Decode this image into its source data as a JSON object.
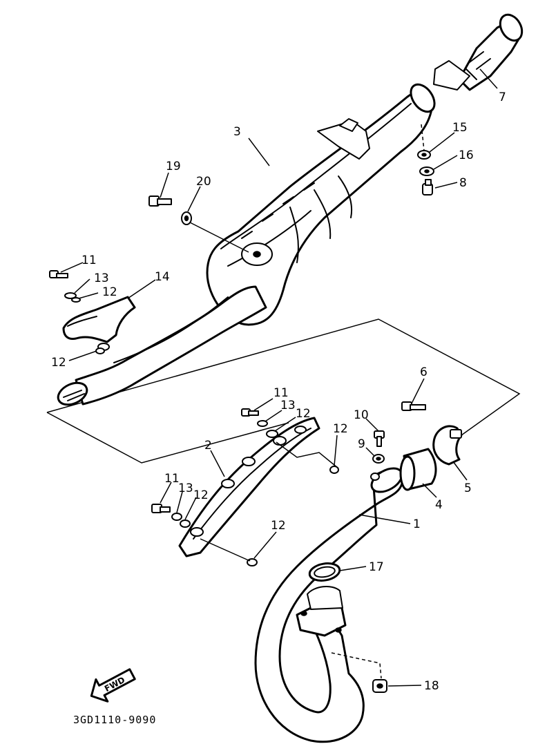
{
  "diagram": {
    "drawing_code": "3GD1110-9090",
    "fwd_label": "FWD",
    "callouts": [
      {
        "id": "c1",
        "label": "1"
      },
      {
        "id": "c2",
        "label": "2"
      },
      {
        "id": "c3",
        "label": "3"
      },
      {
        "id": "c4",
        "label": "4"
      },
      {
        "id": "c5",
        "label": "5"
      },
      {
        "id": "c6",
        "label": "6"
      },
      {
        "id": "c7",
        "label": "7"
      },
      {
        "id": "c8",
        "label": "8"
      },
      {
        "id": "c9",
        "label": "9"
      },
      {
        "id": "c10",
        "label": "10"
      },
      {
        "id": "c11a",
        "label": "11"
      },
      {
        "id": "c11b",
        "label": "11"
      },
      {
        "id": "c11c",
        "label": "11"
      },
      {
        "id": "c12a",
        "label": "12"
      },
      {
        "id": "c12b",
        "label": "12"
      },
      {
        "id": "c12c",
        "label": "12"
      },
      {
        "id": "c12d",
        "label": "12"
      },
      {
        "id": "c12e",
        "label": "12"
      },
      {
        "id": "c12f",
        "label": "12"
      },
      {
        "id": "c13a",
        "label": "13"
      },
      {
        "id": "c13b",
        "label": "13"
      },
      {
        "id": "c13c",
        "label": "13"
      },
      {
        "id": "c14",
        "label": "14"
      },
      {
        "id": "c15",
        "label": "15"
      },
      {
        "id": "c16",
        "label": "16"
      },
      {
        "id": "c17",
        "label": "17"
      },
      {
        "id": "c18",
        "label": "18"
      },
      {
        "id": "c19",
        "label": "19"
      },
      {
        "id": "c20",
        "label": "20"
      }
    ]
  }
}
